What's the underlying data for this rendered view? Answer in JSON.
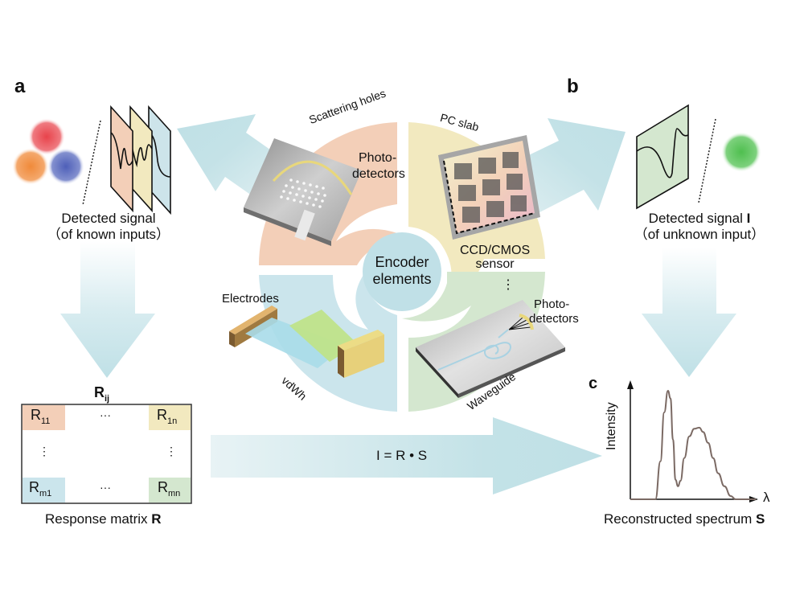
{
  "figure": {
    "panels": {
      "a": "a",
      "b": "b",
      "c": "c"
    },
    "colors": {
      "arrow": "#bfe0e6",
      "peach": "#f3cfb8",
      "yellow": "#f2e9bf",
      "green": "#d4e7cf",
      "blue": "#cbe5ec",
      "center": "#c0e0e7",
      "curve": "#7b6a64"
    }
  },
  "panel_a": {
    "caption_line1": "Detected signal",
    "caption_line2": "（of known inputs）",
    "inputs": [
      "red-light-spot",
      "orange-light-spot",
      "blue-light-spot"
    ]
  },
  "panel_b": {
    "caption_line1": "Detected signal ",
    "caption_bold": "I",
    "caption_line2": "（of unknown input）",
    "inputs": [
      "green-light-spot"
    ]
  },
  "encoder": {
    "center_line1": "Encoder",
    "center_line2": "elements",
    "scattering_holes": "Scattering holes",
    "photodetectors_1a": "Photo-",
    "photodetectors_1b": "detectors",
    "pc_slab": "PC slab",
    "ccd_line1": "CCD/CMOS",
    "ccd_line2": "sensor",
    "ellipsis": "⋮",
    "photodetectors_2a": "Photo-",
    "photodetectors_2b": "detectors",
    "waveguide": "Waveguide",
    "electrodes": "Electrodes",
    "vdwh": "vdWh"
  },
  "matrix": {
    "title": "R",
    "title_sub": "ij",
    "cells": [
      {
        "main": "R",
        "sub": "11"
      },
      {
        "main": "R",
        "sub": "1n"
      },
      {
        "main": "R",
        "sub": "m1"
      },
      {
        "main": "R",
        "sub": "mn"
      }
    ],
    "hdots": "···",
    "vdots": "⋮",
    "caption": "Response matrix ",
    "caption_bold": "R"
  },
  "equation": "I = R • S",
  "chart_data": {
    "type": "line",
    "title": "",
    "xlabel": "λ",
    "ylabel": "Intensity",
    "caption": "Reconstructed spectrum ",
    "caption_bold": "S",
    "xlim": [
      0,
      1
    ],
    "ylim": [
      0,
      1
    ],
    "grid": false,
    "series": [
      {
        "name": "reconstructed spectrum",
        "x": [
          0.0,
          0.2,
          0.24,
          0.27,
          0.3,
          0.32,
          0.34,
          0.36,
          0.38,
          0.4,
          0.43,
          0.47,
          0.51,
          0.55,
          0.58,
          0.62,
          0.66,
          0.7,
          0.75,
          0.8,
          0.84,
          0.88,
          1.0
        ],
        "y": [
          0.0,
          0.0,
          0.35,
          0.8,
          1.0,
          0.93,
          0.55,
          0.18,
          0.12,
          0.17,
          0.38,
          0.58,
          0.65,
          0.66,
          0.62,
          0.52,
          0.38,
          0.24,
          0.12,
          0.03,
          0.0,
          0.0,
          0.0
        ]
      }
    ]
  }
}
